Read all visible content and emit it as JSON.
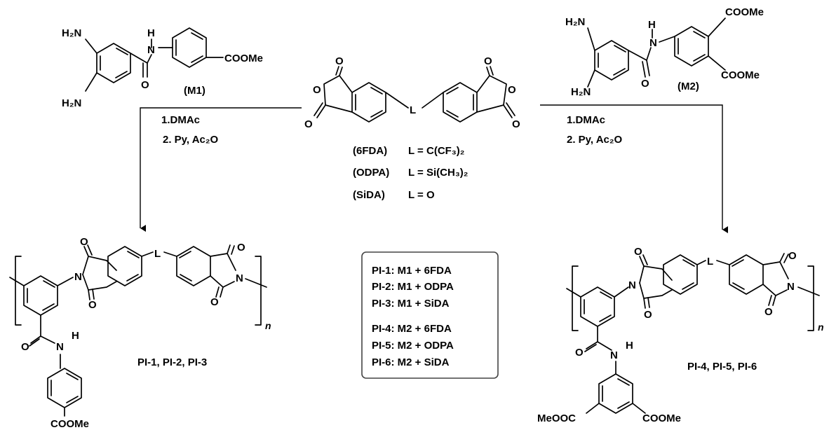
{
  "monomers": {
    "m1": {
      "name": "(M1)",
      "amine_top": "H₂N",
      "amine_bottom": "H₂N",
      "amide_h": "H",
      "amide_n": "N",
      "amide_o": "O",
      "ester": "COOMe"
    },
    "m2": {
      "name": "(M2)",
      "amine_top": "H₂N",
      "amine_bottom": "H₂N",
      "amide_h": "H",
      "amide_n": "N",
      "amide_o": "O",
      "ester_top": "COOMe",
      "ester_bottom": "COOMe"
    }
  },
  "dianhydride": {
    "linker": "L",
    "o": "O",
    "variants": [
      {
        "name": "(6FDA)",
        "formula": "L = C(CF₃)₂"
      },
      {
        "name": "(ODPA)",
        "formula": "L = Si(CH₃)₂"
      },
      {
        "name": "(SiDA)",
        "formula": "L = O"
      }
    ]
  },
  "conditions": {
    "left": {
      "step1": "1.DMAc",
      "step2": "2. Py, Ac₂O"
    },
    "right": {
      "step1": "1.DMAc",
      "step2": "2. Py, Ac₂O"
    }
  },
  "polymers": {
    "left": {
      "label": "PI-1, PI-2, PI-3",
      "repeat": "n",
      "linker": "L",
      "imide_n": "N",
      "o": "O",
      "amide_h": "H",
      "amide_n": "N",
      "ester": "COOMe"
    },
    "right": {
      "label": "PI-4, PI-5, PI-6",
      "repeat": "n",
      "linker": "L",
      "imide_n": "N",
      "o": "O",
      "amide_h": "H",
      "amide_n": "N",
      "ester_left": "MeOOC",
      "ester_right": "COOMe"
    }
  },
  "legend": [
    "PI-1: M1 + 6FDA",
    "PI-2: M1 + ODPA",
    "PI-3: M1 + SiDA",
    "PI-4: M2 + 6FDA",
    "PI-5: M2 + ODPA",
    "PI-6: M2 + SiDA"
  ]
}
